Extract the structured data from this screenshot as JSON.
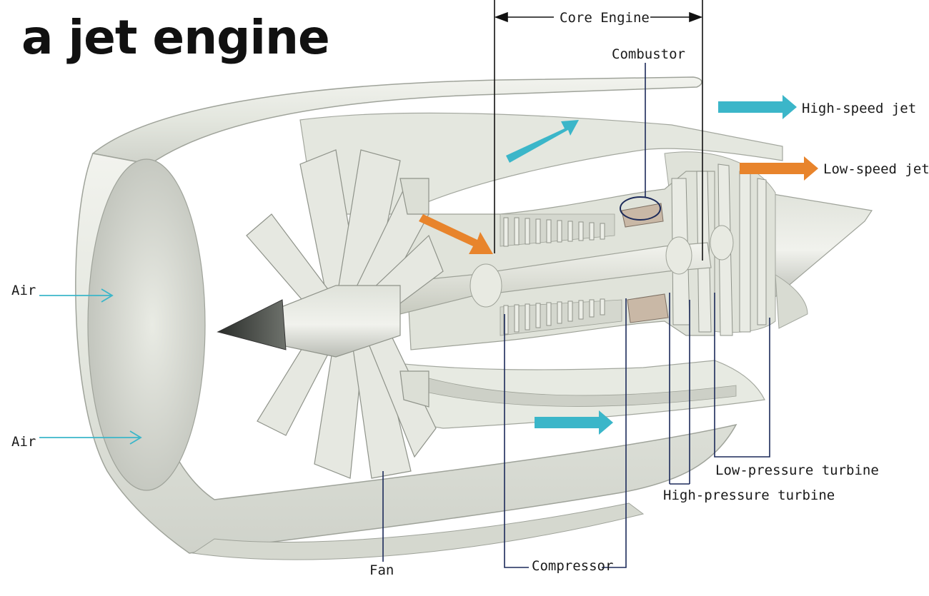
{
  "title": "a jet engine",
  "labels": {
    "core_engine": "Core Engine",
    "combustor": "Combustor",
    "high_speed_jet": "High-speed jet",
    "low_speed_jet": "Low-speed jet",
    "air_top": "Air",
    "air_bottom": "Air",
    "fan": "Fan",
    "compressor": "Compressor",
    "high_pressure_turbine": "High-pressure turbine",
    "low_pressure_turbine": "Low-pressure turbine"
  },
  "colors": {
    "cold_flow_arrow": "#3bb6c9",
    "hot_flow_arrow": "#e8842c",
    "leader_line": "#1c2a5a",
    "engine_body": "#e6e9e1",
    "engine_shadow": "#a9ada4"
  }
}
